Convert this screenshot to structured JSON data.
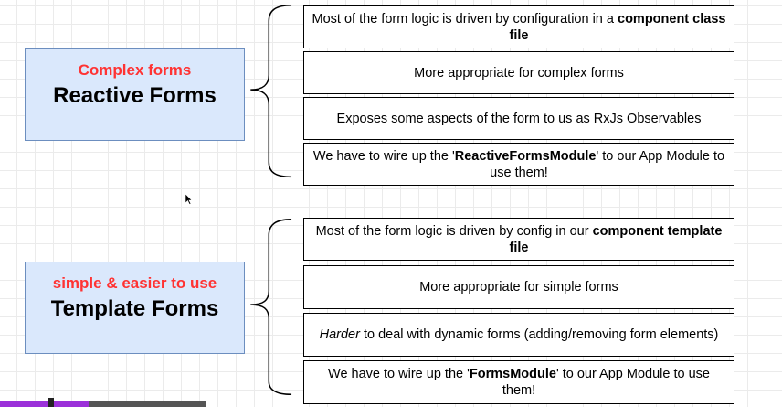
{
  "reactive": {
    "subtitle": "Complex forms",
    "title": "Reactive Forms",
    "items": [
      {
        "pre": "Most of the form logic is driven by configuration in a ",
        "bold": "component class file",
        "post": ""
      },
      {
        "pre": "More appropriate for complex forms",
        "bold": "",
        "post": ""
      },
      {
        "pre": "Exposes some aspects of the form to us as RxJs Observables",
        "bold": "",
        "post": ""
      },
      {
        "pre": "We have to wire up the '",
        "bold": "ReactiveFormsModule",
        "post": "' to our App Module to use them!"
      }
    ]
  },
  "template": {
    "subtitle": "simple & easier to use",
    "title": "Template Forms",
    "items": [
      {
        "pre": "Most of the form logic is driven by config in our ",
        "bold": "component template file",
        "post": ""
      },
      {
        "pre": "More appropriate for simple forms",
        "bold": "",
        "post": ""
      },
      {
        "italic": "Harder",
        "pre": " to deal with dynamic forms (adding/removing form elements)",
        "bold": "",
        "post": ""
      },
      {
        "pre": "We have to wire up the '",
        "bold": "FormsModule",
        "post": "' to our App Module to use them!"
      }
    ]
  },
  "colors": {
    "box_fill": "#dae8fc",
    "box_border": "#6c8ebf",
    "subtitle": "#ff3333",
    "progress": "#9b30d9"
  },
  "icons": [
    "mouse-cursor-icon"
  ],
  "video_progress": 0.43
}
